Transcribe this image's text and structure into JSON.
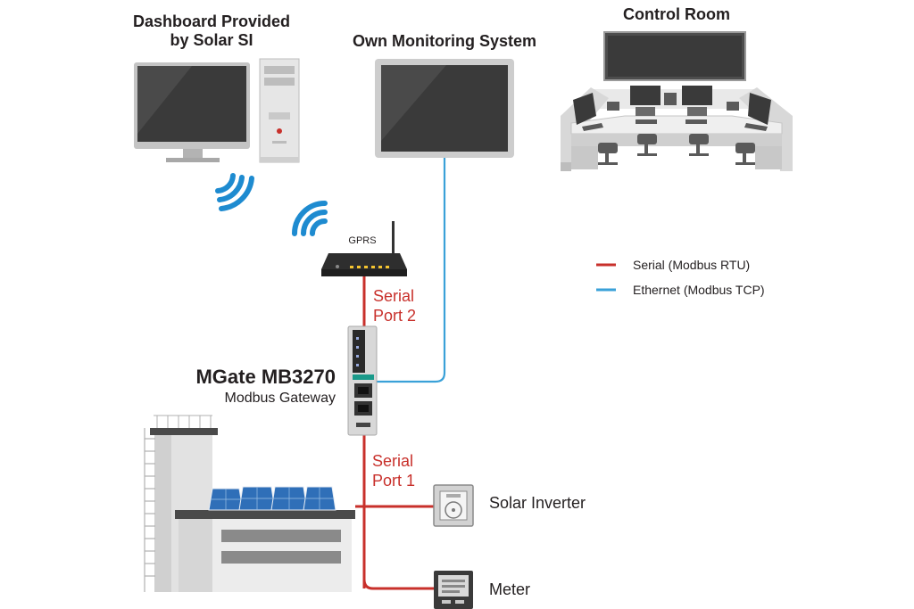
{
  "nodes": {
    "dashboard": {
      "line1": "Dashboard Provided",
      "line2": "by Solar SI"
    },
    "monitoring": {
      "label": "Own Monitoring System"
    },
    "control_room": {
      "label": "Control Room"
    },
    "router": {
      "label": "GPRS"
    },
    "gateway": {
      "name": "MGate MB3270",
      "subtitle": "Modbus Gateway"
    },
    "inverter": {
      "label": "Solar Inverter"
    },
    "meter": {
      "label": "Meter"
    }
  },
  "links": {
    "serial_port_2": {
      "line1": "Serial",
      "line2": "Port 2"
    },
    "serial_port_1": {
      "line1": "Serial",
      "line2": "Port 1"
    }
  },
  "legend": {
    "items": [
      {
        "label": "Serial (Modbus RTU)",
        "color": "#c8302b"
      },
      {
        "label": "Ethernet (Modbus TCP)",
        "color": "#3aa1d8"
      }
    ]
  },
  "colors": {
    "serial": "#c8302b",
    "ethernet": "#3aa1d8",
    "wireless": "#1e8bd0",
    "device_gray": "#dddddd",
    "screen": "#3a3a3a"
  }
}
